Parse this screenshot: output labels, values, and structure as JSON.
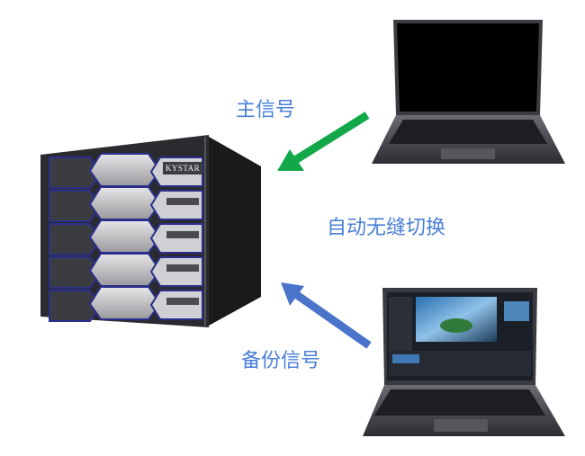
{
  "labels": {
    "main_signal": "主信号",
    "auto_switch": "自动无缝切换",
    "backup_signal": "备份信号"
  },
  "device_logo": "KYSTAR",
  "colors": {
    "text": "#4a7fd6",
    "main_arrow": "#12a84a",
    "backup_arrow": "#4a74c9"
  }
}
